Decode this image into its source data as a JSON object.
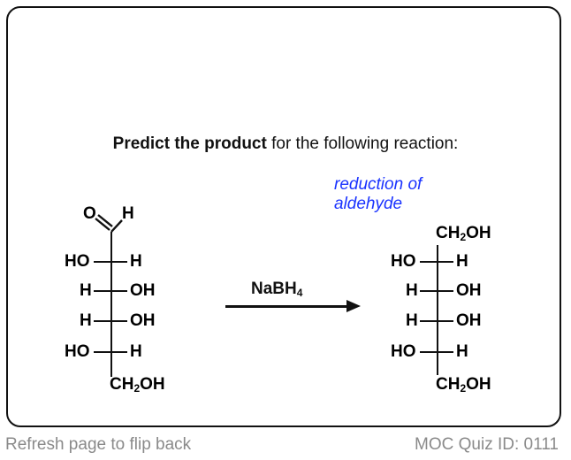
{
  "prompt": {
    "bold": "Predict the product",
    "rest": " for the following reaction:"
  },
  "annotation": {
    "line1": "reduction of",
    "line2": "aldehyde"
  },
  "reactant": {
    "aldehyde_o": "O",
    "aldehyde_h": "H",
    "rows": [
      {
        "left": "HO",
        "right": "H"
      },
      {
        "left": "H",
        "right": "OH"
      },
      {
        "left": "H",
        "right": "OH"
      },
      {
        "left": "HO",
        "right": "H"
      }
    ],
    "bottom_a": "CH",
    "bottom_sub": "2",
    "bottom_b": "OH"
  },
  "reagent": {
    "main": "NaBH",
    "sub": "4"
  },
  "product": {
    "top_a": "CH",
    "top_sub": "2",
    "top_b": "OH",
    "rows": [
      {
        "left": "HO",
        "right": "H"
      },
      {
        "left": "H",
        "right": "OH"
      },
      {
        "left": "H",
        "right": "OH"
      },
      {
        "left": "HO",
        "right": "H"
      }
    ],
    "bottom_a": "CH",
    "bottom_sub": "2",
    "bottom_b": "OH"
  },
  "footer": {
    "left": "Refresh page to flip back",
    "right": "MOC Quiz ID: 0111"
  },
  "colors": {
    "annotation": "#1a33ff",
    "footer": "#8a8a8a"
  }
}
